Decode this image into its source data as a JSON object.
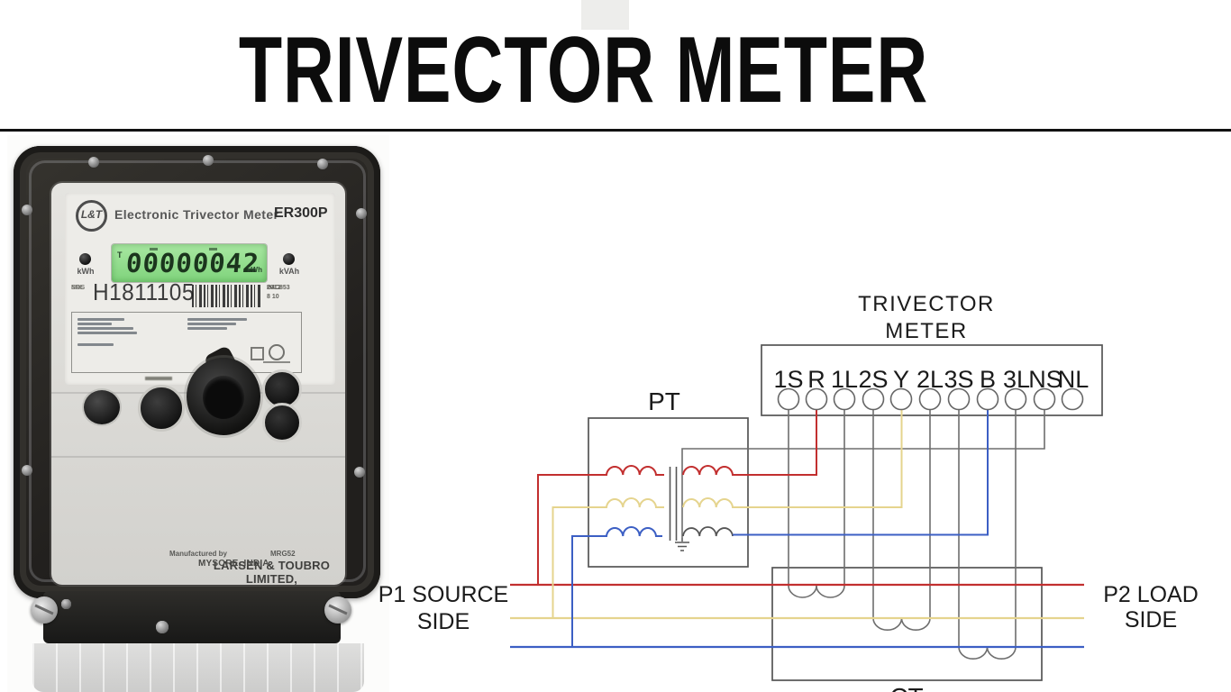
{
  "header": {
    "title": "TRIVECTOR METER"
  },
  "meter_photo": {
    "brand_logo": "L&T",
    "label_line": "Electronic Trivector Meter",
    "model": "ER300P",
    "display": {
      "mode_flag": "T",
      "value": "00000042",
      "unit": "kWh"
    },
    "led_left_label": "kWh",
    "led_right_label": "kVAh",
    "serial_label_top": "SRL",
    "serial_label_bottom": "NOS",
    "serial_number": "H1811105",
    "side_code_top": "B4C853",
    "side_code_bottom": "2012 8 10",
    "footer_small": "Manufactured by",
    "footer_code": "MRG52",
    "footer_main": "LARSEN & TOUBRO LIMITED,",
    "footer_location": "MYSORE, INDIA"
  },
  "diagram": {
    "meter_label": [
      "TRIVECTOR",
      "METER"
    ],
    "pt_label": "PT",
    "ct_label": "CT",
    "source_label": [
      "P1 SOURCE",
      "SIDE"
    ],
    "load_label": [
      "P2 LOAD",
      "SIDE"
    ],
    "terminals": [
      "1S",
      "R",
      "1L",
      "2S",
      "Y",
      "2L",
      "3S",
      "B",
      "3L",
      "NS",
      "NL"
    ],
    "colors": {
      "phase_r": "#c22f2f",
      "phase_y": "#e5d48e",
      "phase_b": "#3c5fc4",
      "wire": "#6e6e6e",
      "secondary_neutral": "#555555"
    }
  }
}
